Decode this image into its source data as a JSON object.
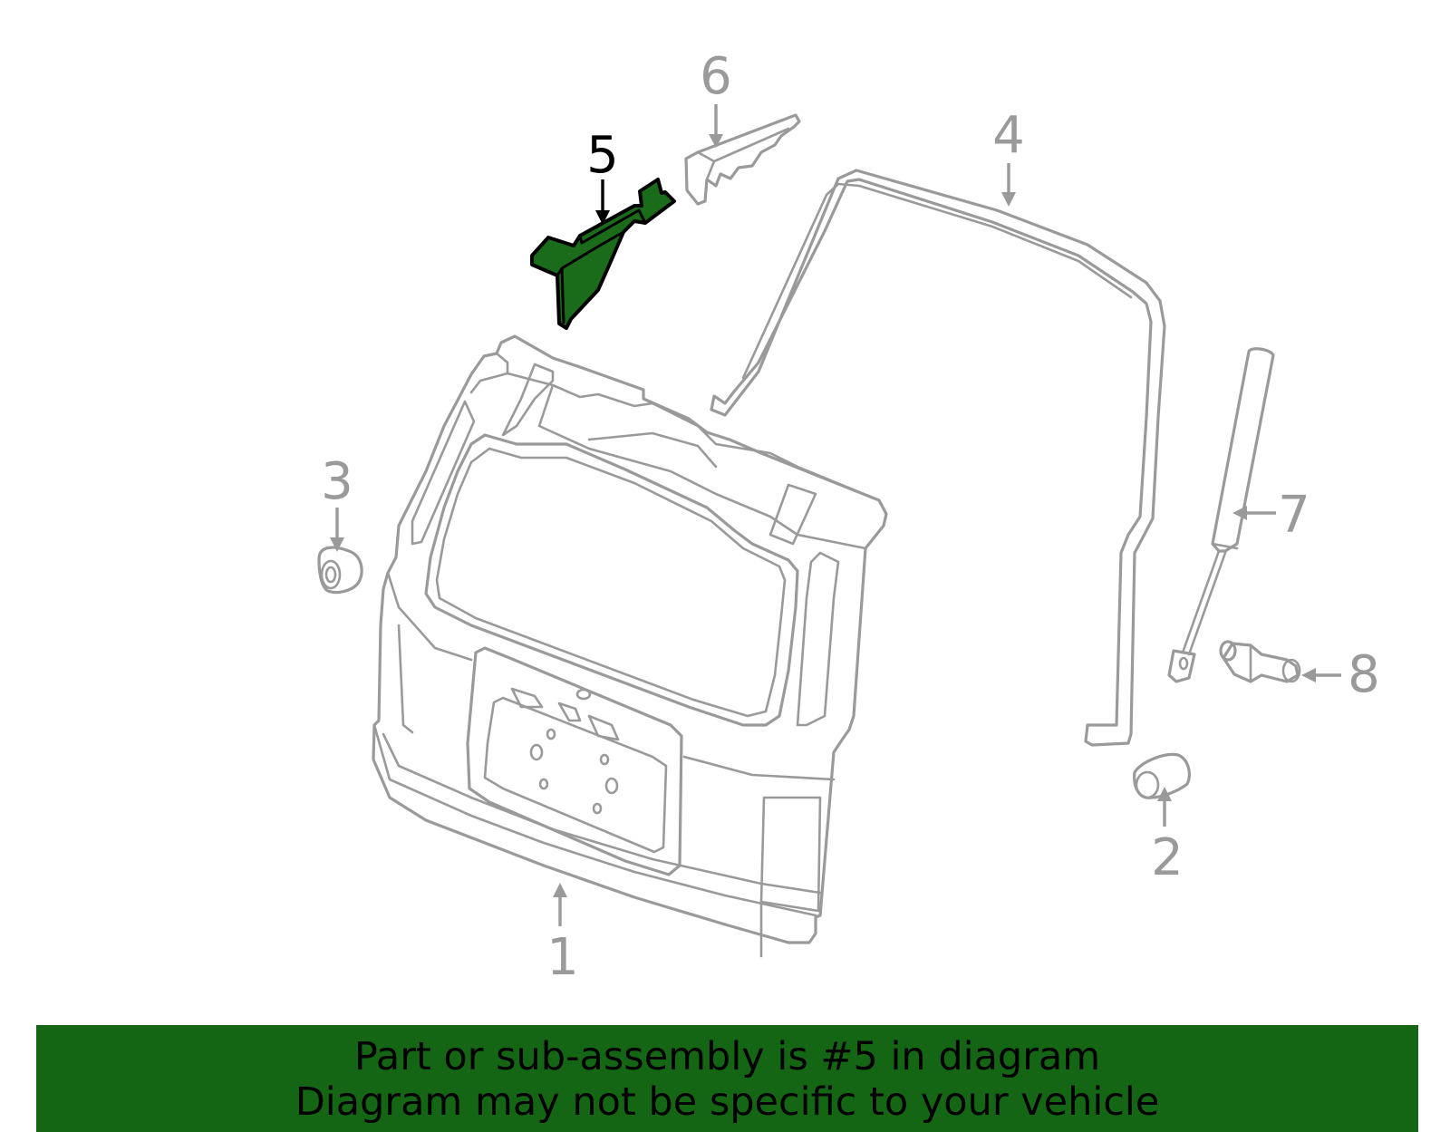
{
  "callouts": {
    "c1": "1",
    "c2": "2",
    "c3": "3",
    "c4": "4",
    "c5": "5",
    "c6": "6",
    "c7": "7",
    "c8": "8"
  },
  "highlighted_part": "5",
  "colors": {
    "highlight_fill": "#1a6b1a",
    "banner_background": "#146614",
    "line_gray": "#9a9a9a"
  },
  "banner": {
    "line1": "Part or sub-assembly is #5 in diagram",
    "line2": "Diagram may not be specific to your vehicle"
  }
}
